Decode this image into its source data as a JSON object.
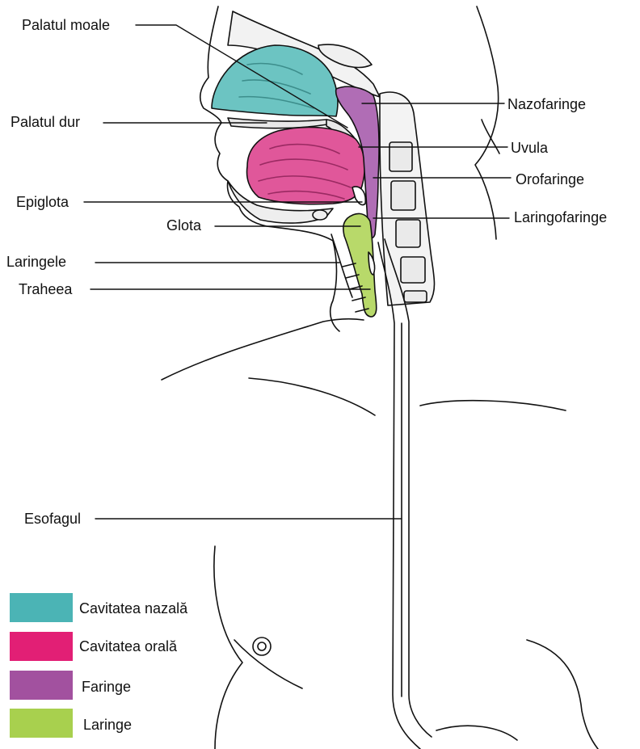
{
  "labels": {
    "palatul_moale": "Palatul moale",
    "palatul_dur": "Palatul dur",
    "epiglota": "Epiglota",
    "glota": "Glota",
    "laringele": "Laringele",
    "traheea": "Traheea",
    "esofagul": "Esofagul",
    "nazofaringe": "Nazofaringe",
    "uvula": "Uvula",
    "orofaringe": "Orofaringe",
    "laringofaringe": "Laringofaringe"
  },
  "legend": [
    {
      "label": "Cavitatea nazală",
      "color": "#4bb4b5"
    },
    {
      "label": "Cavitatea orală",
      "color": "#e21f75"
    },
    {
      "label": "Faringe",
      "color": "#a2519f"
    },
    {
      "label": "Laringe",
      "color": "#a8d04e"
    }
  ],
  "colors": {
    "nasal": "#6cc4c2",
    "oral": "#e0579a",
    "pharynx": "#b06db5",
    "larynx": "#b8d96a",
    "outline": "#111111"
  }
}
